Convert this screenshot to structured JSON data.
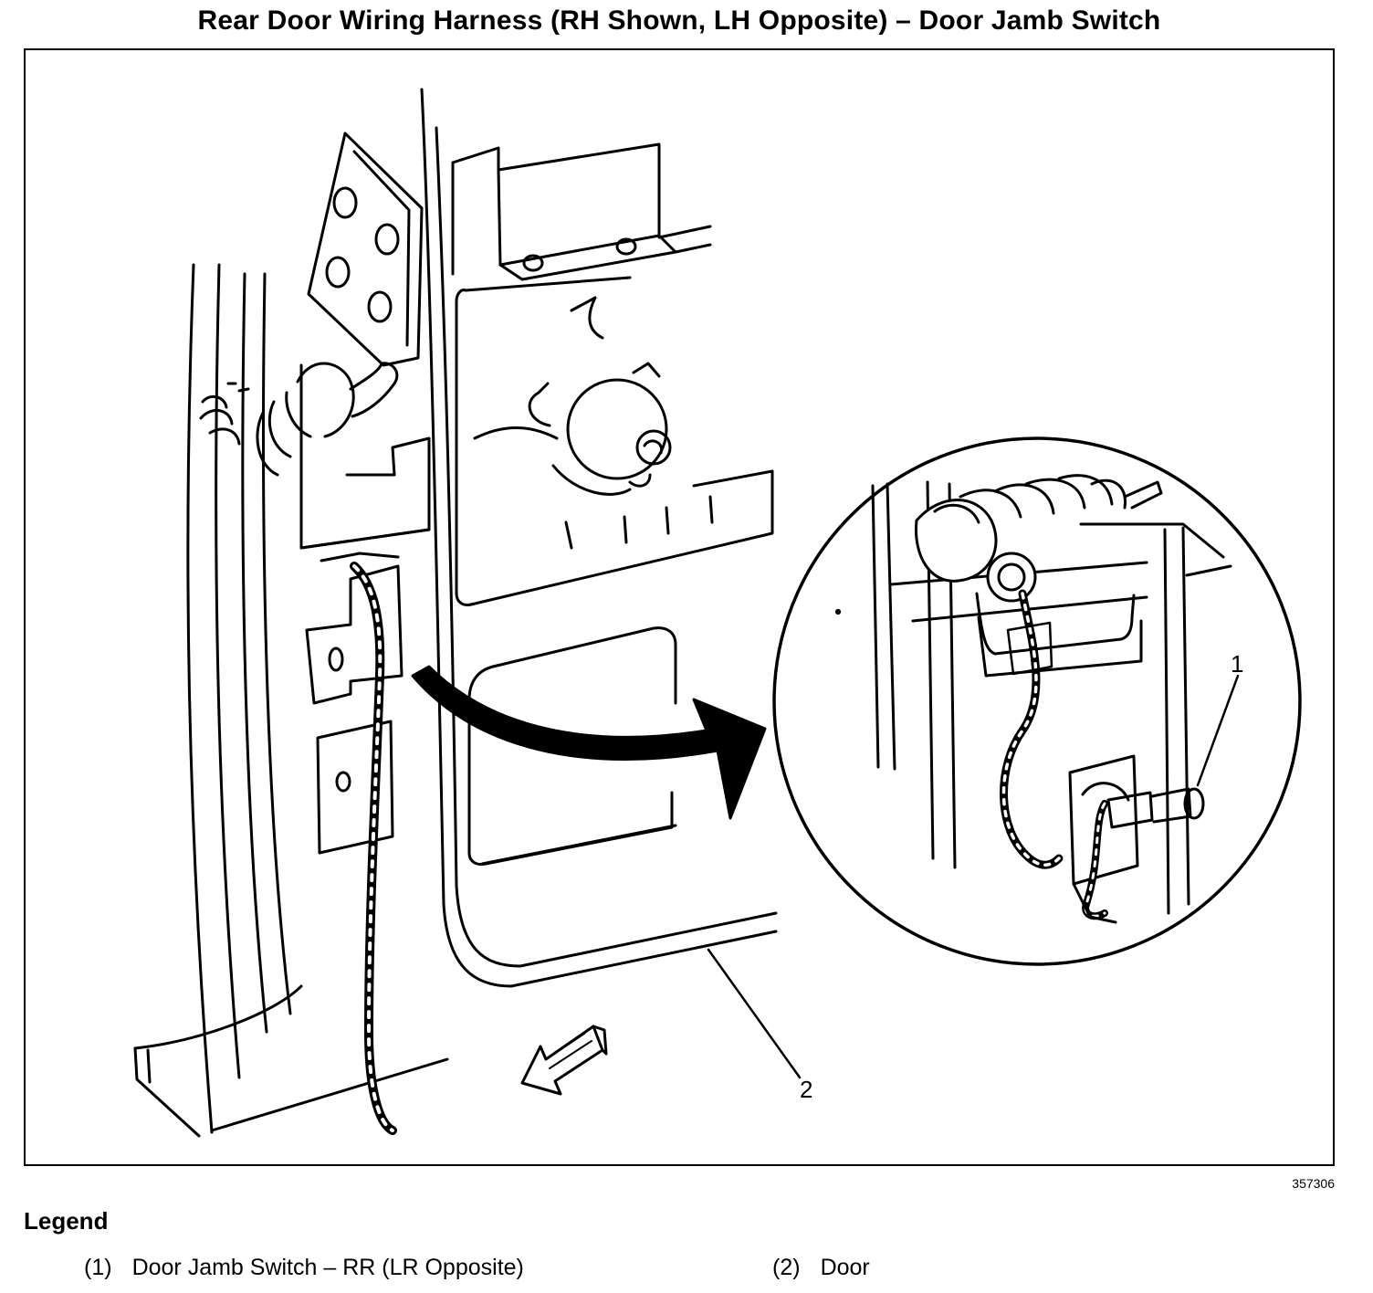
{
  "title": "Rear Door Wiring Harness (RH Shown, LH Opposite) – Door Jamb Switch",
  "figure_id": "357306",
  "callouts": [
    {
      "number": "1",
      "meaning": "Door Jamb Switch – RR (LR Opposite)"
    },
    {
      "number": "2",
      "meaning": "Door"
    }
  ],
  "legend": {
    "heading": "Legend",
    "items": [
      {
        "number": "(1)",
        "text": "Door Jamb Switch – RR (LR Opposite)"
      },
      {
        "number": "(2)",
        "text": "Door"
      }
    ]
  }
}
